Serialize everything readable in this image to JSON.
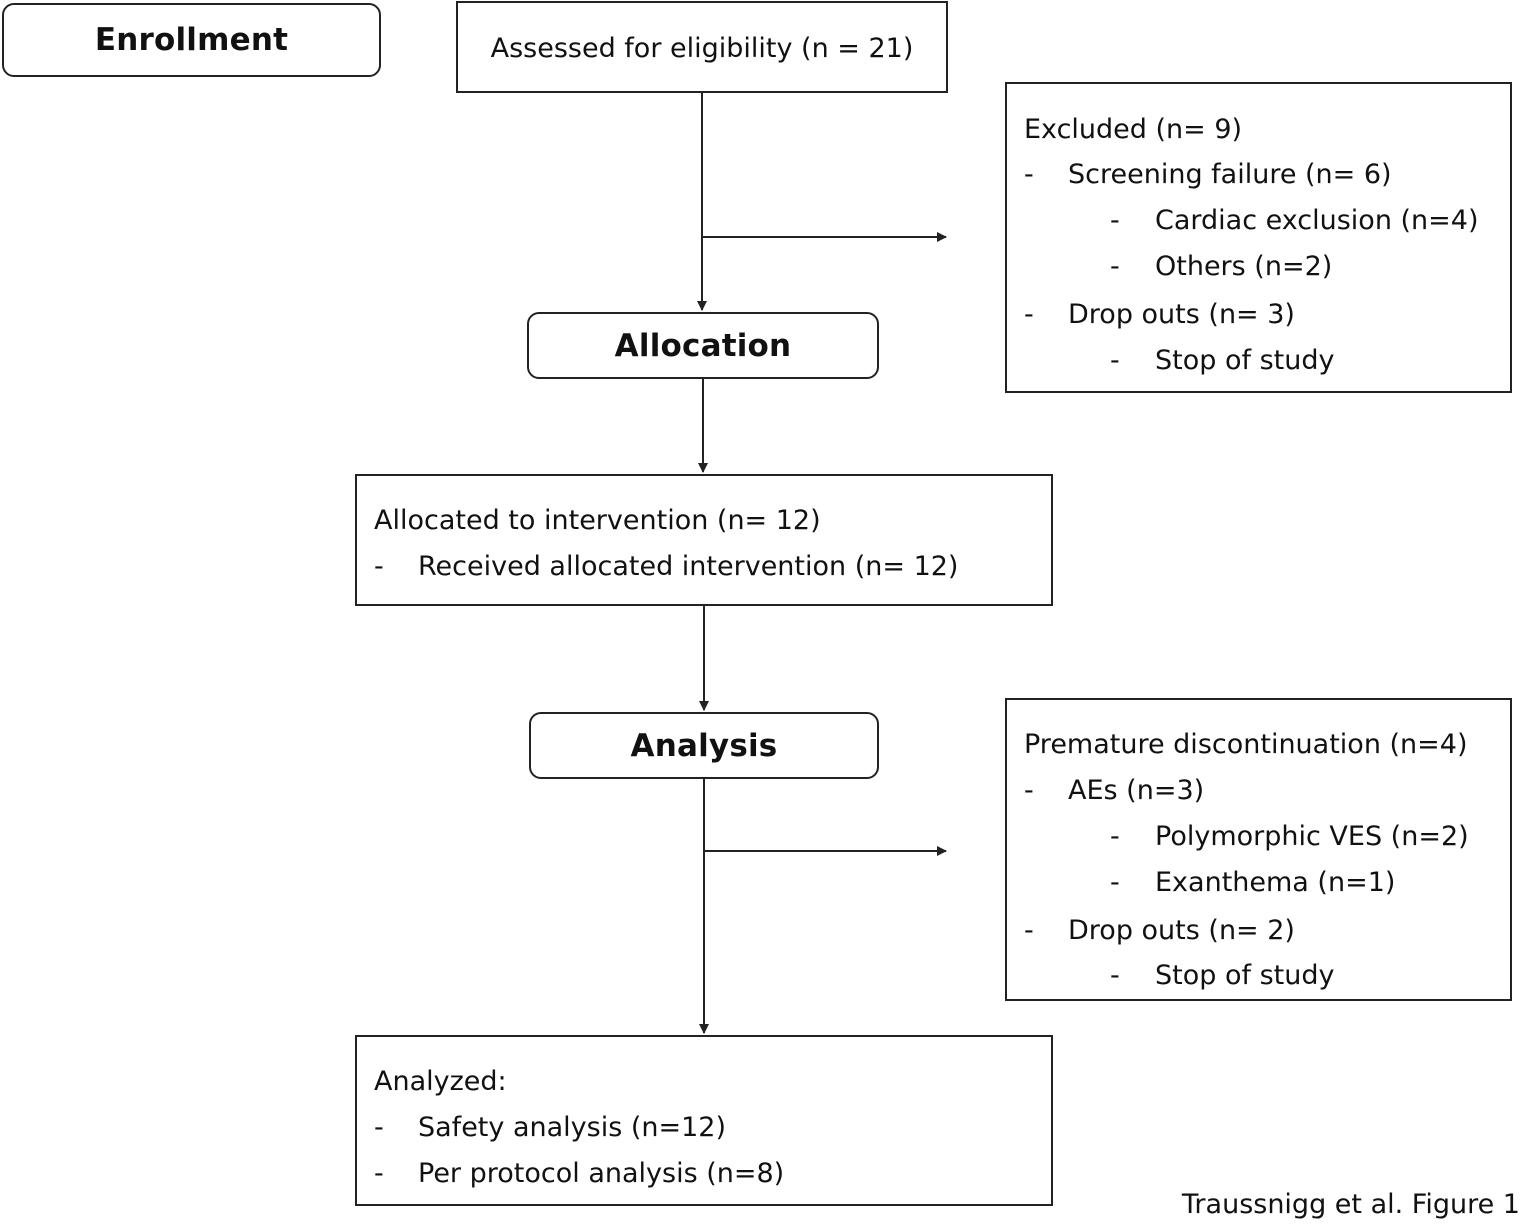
{
  "stages": {
    "enrollment": "Enrollment",
    "allocation": "Allocation",
    "analysis": "Analysis"
  },
  "assessed": "Assessed for eligibility (n = 21)",
  "excluded": {
    "title": "Excluded (n= 9)",
    "dash": "-",
    "screening": "Screening failure (n= 6)",
    "cardiac": "Cardiac exclusion (n=4)",
    "others": "Others (n=2)",
    "dropouts": "Drop outs (n= 3)",
    "stop": "Stop of study"
  },
  "allocated": {
    "title": "Allocated to intervention (n= 12)",
    "dash": "-",
    "received": "Received allocated intervention (n= 12)"
  },
  "discontinuation": {
    "title": "Premature discontinuation (n=4)",
    "dash": "-",
    "aes": "AEs (n=3)",
    "polymorphic": "Polymorphic VES (n=2)",
    "exanthema": "Exanthema (n=1)",
    "dropouts": "Drop outs (n= 2)",
    "stop": "Stop of study"
  },
  "analyzed": {
    "title": "Analyzed:",
    "dash": "-",
    "safety": "Safety analysis (n=12)",
    "per_protocol": "Per protocol analysis (n=8)"
  },
  "caption": "Traussnigg et al. Figure 1"
}
